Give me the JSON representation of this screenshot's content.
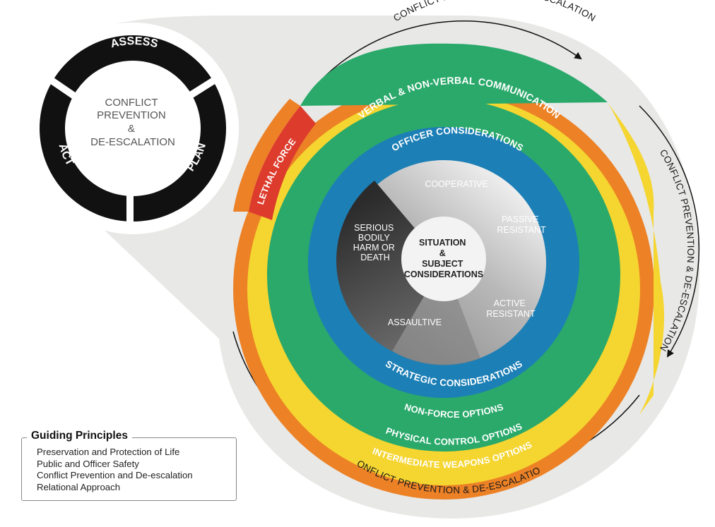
{
  "model": {
    "outer_ring_labels": [
      "CONFLICT PREVENTION & DE-ESCALATION",
      "CONFLICT PREVENTION & DE-ESCALATION",
      "CONFLICT PREVENTION & DE-ESCALATION"
    ],
    "response_options": {
      "verbal": "VERBAL & NON-VERBAL COMMUNICATION",
      "lethal_force": "LETHAL FORCE",
      "non_force": "NON-FORCE OPTIONS",
      "physical_control": "PHYSICAL CONTROL OPTIONS",
      "intermediate_weapons": "INTERMEDIATE WEAPONS OPTIONS"
    },
    "considerations": {
      "officer": "OFFICER CONSIDERATIONS",
      "strategic": "STRATEGIC CONSIDERATIONS"
    },
    "subject_behaviours": {
      "cooperative": "COOPERATIVE",
      "passive_resistant": [
        "PASSIVE",
        "RESISTANT"
      ],
      "active_resistant": [
        "ACTIVE",
        "RESISTANT"
      ],
      "assaultive": "ASSAULTIVE",
      "serious_harm": [
        "SERIOUS",
        "BODILY",
        "HARM OR",
        "DEATH"
      ]
    },
    "center": [
      "SITUATION",
      "&",
      "SUBJECT",
      "CONSIDERATIONS"
    ]
  },
  "cycle": {
    "center_lines": [
      "CONFLICT",
      "PREVENTION",
      "&",
      "DE-ESCALATION"
    ],
    "segments": {
      "assess": "ASSESS",
      "plan": "PLAN",
      "act": "ACT"
    }
  },
  "guiding_principles": {
    "title": "Guiding Principles",
    "items": [
      "Preservation and Protection of Life",
      "Public and Officer Safety",
      "Conflict Prevention and De-escalation",
      "Relational Approach"
    ]
  },
  "colors": {
    "background_shape": "#e8e8e6",
    "verbal_green": "#2aa96b",
    "officer_blue": "#1c7fb6",
    "physical_yellow": "#f5d530",
    "intermediate_orange": "#ec8126",
    "lethal_red": "#dd3b2c",
    "cycle_black": "#111111"
  }
}
